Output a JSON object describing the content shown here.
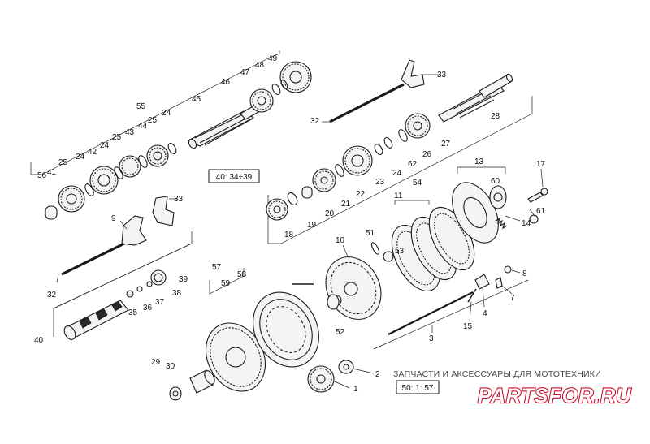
{
  "diagram": {
    "part_labels": [
      {
        "id": "p1",
        "text": "1"
      },
      {
        "id": "p2",
        "text": "2"
      },
      {
        "id": "p3",
        "text": "3"
      },
      {
        "id": "p4",
        "text": "4"
      },
      {
        "id": "p7",
        "text": "7"
      },
      {
        "id": "p8",
        "text": "8"
      },
      {
        "id": "p9",
        "text": "9"
      },
      {
        "id": "p10",
        "text": "10"
      },
      {
        "id": "p11",
        "text": "11"
      },
      {
        "id": "p13",
        "text": "13"
      },
      {
        "id": "p14",
        "text": "14"
      },
      {
        "id": "p15",
        "text": "15"
      },
      {
        "id": "p17",
        "text": "17"
      },
      {
        "id": "p18",
        "text": "18"
      },
      {
        "id": "p19",
        "text": "19"
      },
      {
        "id": "p20",
        "text": "20"
      },
      {
        "id": "p21",
        "text": "21"
      },
      {
        "id": "p22",
        "text": "22"
      },
      {
        "id": "p23",
        "text": "23"
      },
      {
        "id": "p24a",
        "text": "24"
      },
      {
        "id": "p24b",
        "text": "24"
      },
      {
        "id": "p24c",
        "text": "24"
      },
      {
        "id": "p24d",
        "text": "24"
      },
      {
        "id": "p25a",
        "text": "25"
      },
      {
        "id": "p25b",
        "text": "25"
      },
      {
        "id": "p25c",
        "text": "25"
      },
      {
        "id": "p26",
        "text": "26"
      },
      {
        "id": "p27",
        "text": "27"
      },
      {
        "id": "p28",
        "text": "28"
      },
      {
        "id": "p29",
        "text": "29"
      },
      {
        "id": "p30",
        "text": "30"
      },
      {
        "id": "p32a",
        "text": "32"
      },
      {
        "id": "p32b",
        "text": "32"
      },
      {
        "id": "p33a",
        "text": "33"
      },
      {
        "id": "p33b",
        "text": "33"
      },
      {
        "id": "p35",
        "text": "35"
      },
      {
        "id": "p36",
        "text": "36"
      },
      {
        "id": "p37",
        "text": "37"
      },
      {
        "id": "p38",
        "text": "38"
      },
      {
        "id": "p39",
        "text": "39"
      },
      {
        "id": "p40",
        "text": "40"
      },
      {
        "id": "p41",
        "text": "41"
      },
      {
        "id": "p42",
        "text": "42"
      },
      {
        "id": "p43",
        "text": "43"
      },
      {
        "id": "p44",
        "text": "44"
      },
      {
        "id": "p45",
        "text": "45"
      },
      {
        "id": "p46",
        "text": "46"
      },
      {
        "id": "p47",
        "text": "47"
      },
      {
        "id": "p48",
        "text": "48"
      },
      {
        "id": "p49",
        "text": "49"
      },
      {
        "id": "p51",
        "text": "51"
      },
      {
        "id": "p52",
        "text": "52"
      },
      {
        "id": "p53",
        "text": "53"
      },
      {
        "id": "p54",
        "text": "54"
      },
      {
        "id": "p55",
        "text": "55"
      },
      {
        "id": "p56",
        "text": "56"
      },
      {
        "id": "p57",
        "text": "57"
      },
      {
        "id": "p58",
        "text": "58"
      },
      {
        "id": "p59",
        "text": "59"
      },
      {
        "id": "p60",
        "text": "60"
      },
      {
        "id": "p61",
        "text": "61"
      },
      {
        "id": "p62",
        "text": "62"
      }
    ],
    "ref_box_top": "40: 34÷39",
    "ref_box_bottom": "50: 1: 57"
  },
  "watermark": {
    "tagline": "ЗАПЧАСТИ И АКСЕССУАРЫ ДЛЯ МОТОТЕХНИКИ",
    "brand": "PARTSFOR.RU",
    "brand_color": "#c8102e"
  }
}
